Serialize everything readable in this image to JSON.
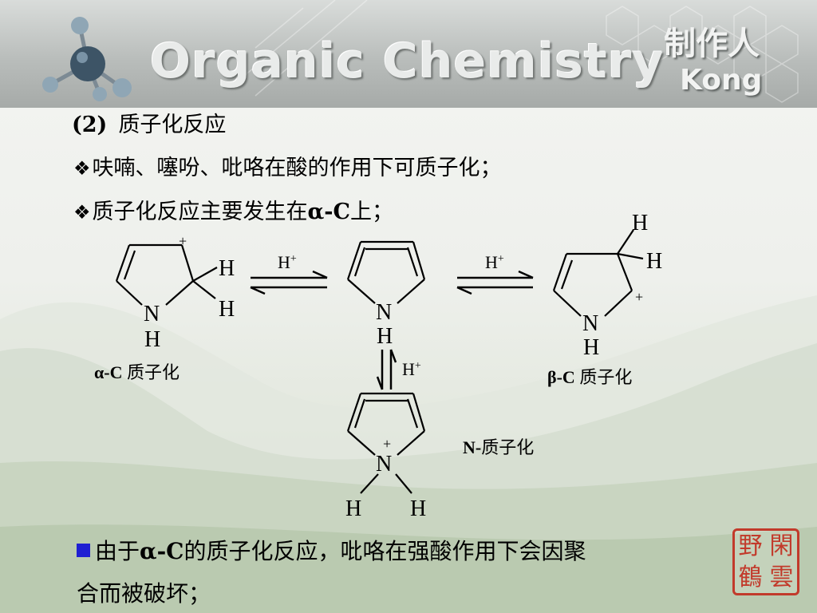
{
  "header": {
    "title": "Organic Chemistry",
    "author_label": "制作人",
    "author_name": "Kong"
  },
  "heading": {
    "number": "(2)",
    "text": "质子化反应"
  },
  "bullets": [
    {
      "mark": "❖",
      "text": "呋喃、噻吩、吡咯在酸的作用下可质子化；"
    },
    {
      "mark": "❖",
      "pre": "质子化反应主要发生在",
      "bold": "α-C",
      "post": "上；"
    }
  ],
  "scheme": {
    "proton_label": "H",
    "proton_charge": "+",
    "atom_n": "N",
    "atom_h": "H",
    "alpha_caption": {
      "bold": "α-C",
      "text": " 质子化"
    },
    "beta_caption": {
      "bold": "β-C",
      "text": " 质子化"
    },
    "n_caption": {
      "bold": "N-",
      "text": "质子化"
    }
  },
  "footnote": {
    "line1_pre": "由于",
    "line1_bold": "α-C",
    "line1_post": "的质子化反应，吡咯在强酸作用下会因聚",
    "line2": "合而被破坏；"
  },
  "seal": {
    "chars": [
      "野",
      "閑",
      "鶴",
      "雲"
    ]
  },
  "colors": {
    "bullet_square": "#1f1fd2",
    "seal_red": "#c23a2b",
    "header_gray": "#b9bdbb"
  }
}
